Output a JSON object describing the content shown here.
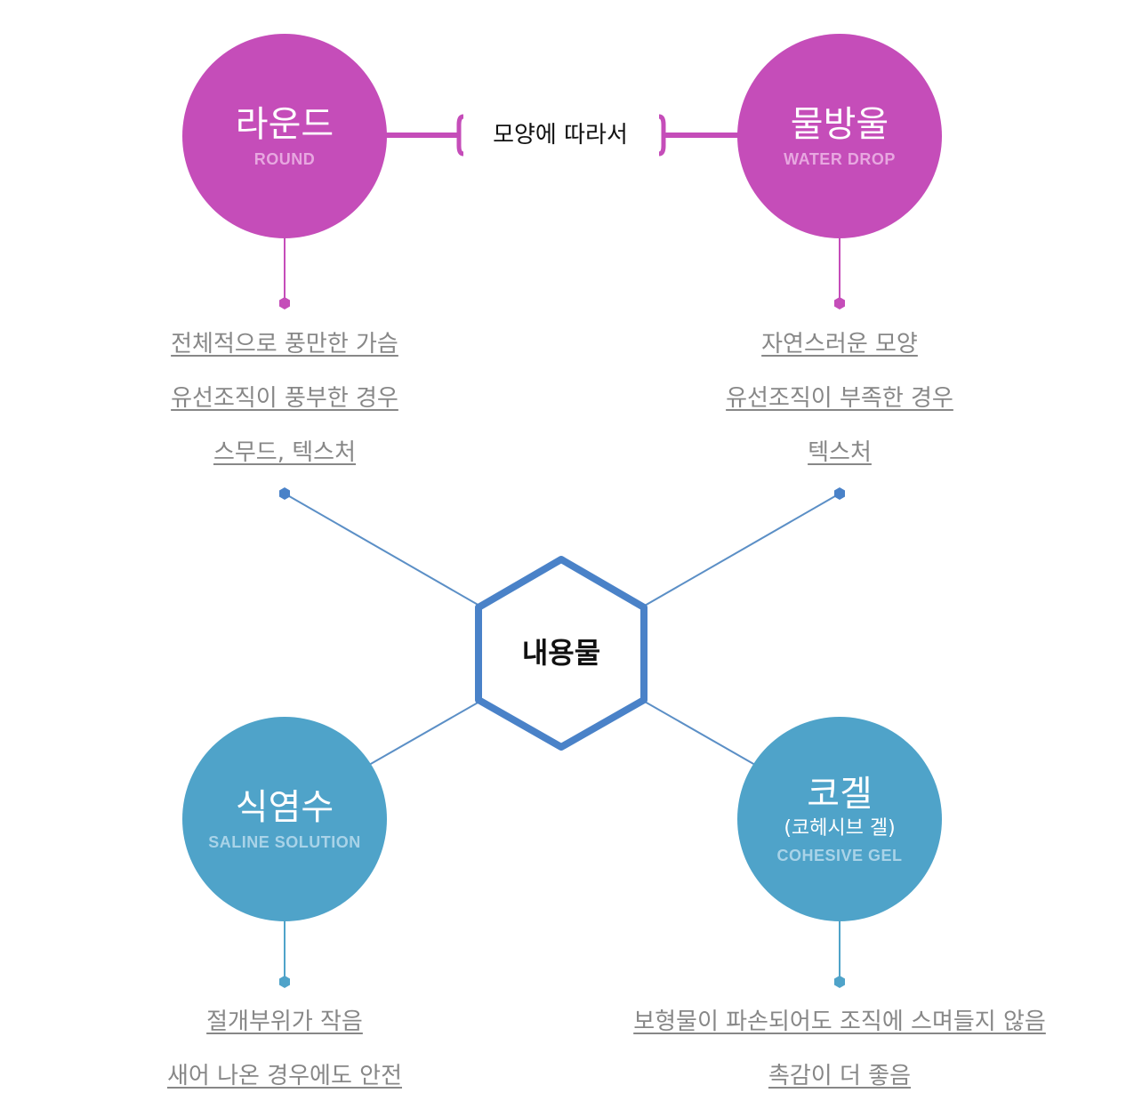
{
  "center": {
    "label": "내용물"
  },
  "shape_label": "모양에 따라서",
  "round": {
    "title": "라운드",
    "subtitle": "ROUND",
    "items": [
      "전체적으로 풍만한 가슴",
      "유선조직이 풍부한 경우",
      "스무드, 텍스처"
    ]
  },
  "waterdrop": {
    "title": "물방울",
    "subtitle": "WATER DROP",
    "items": [
      "자연스러운 모양",
      "유선조직이 부족한 경우",
      "텍스처"
    ]
  },
  "saline": {
    "title": "식염수",
    "subtitle": "SALINE SOLUTION",
    "items": [
      "절개부위가 작음",
      "새어 나온 경우에도 안전"
    ]
  },
  "cohesive": {
    "title": "코겔",
    "paren": "(코헤시브 겔)",
    "subtitle": "COHESIVE GEL",
    "items": [
      "보형물이 파손되어도 조직에 스며들지 않음",
      "촉감이 더 좋음"
    ]
  },
  "colors": {
    "magenta": "#c54db9",
    "teal": "#4fa3c9",
    "hexagon": "#4a82c8",
    "connector": "#5b8fc6",
    "text_gray": "#878787"
  }
}
